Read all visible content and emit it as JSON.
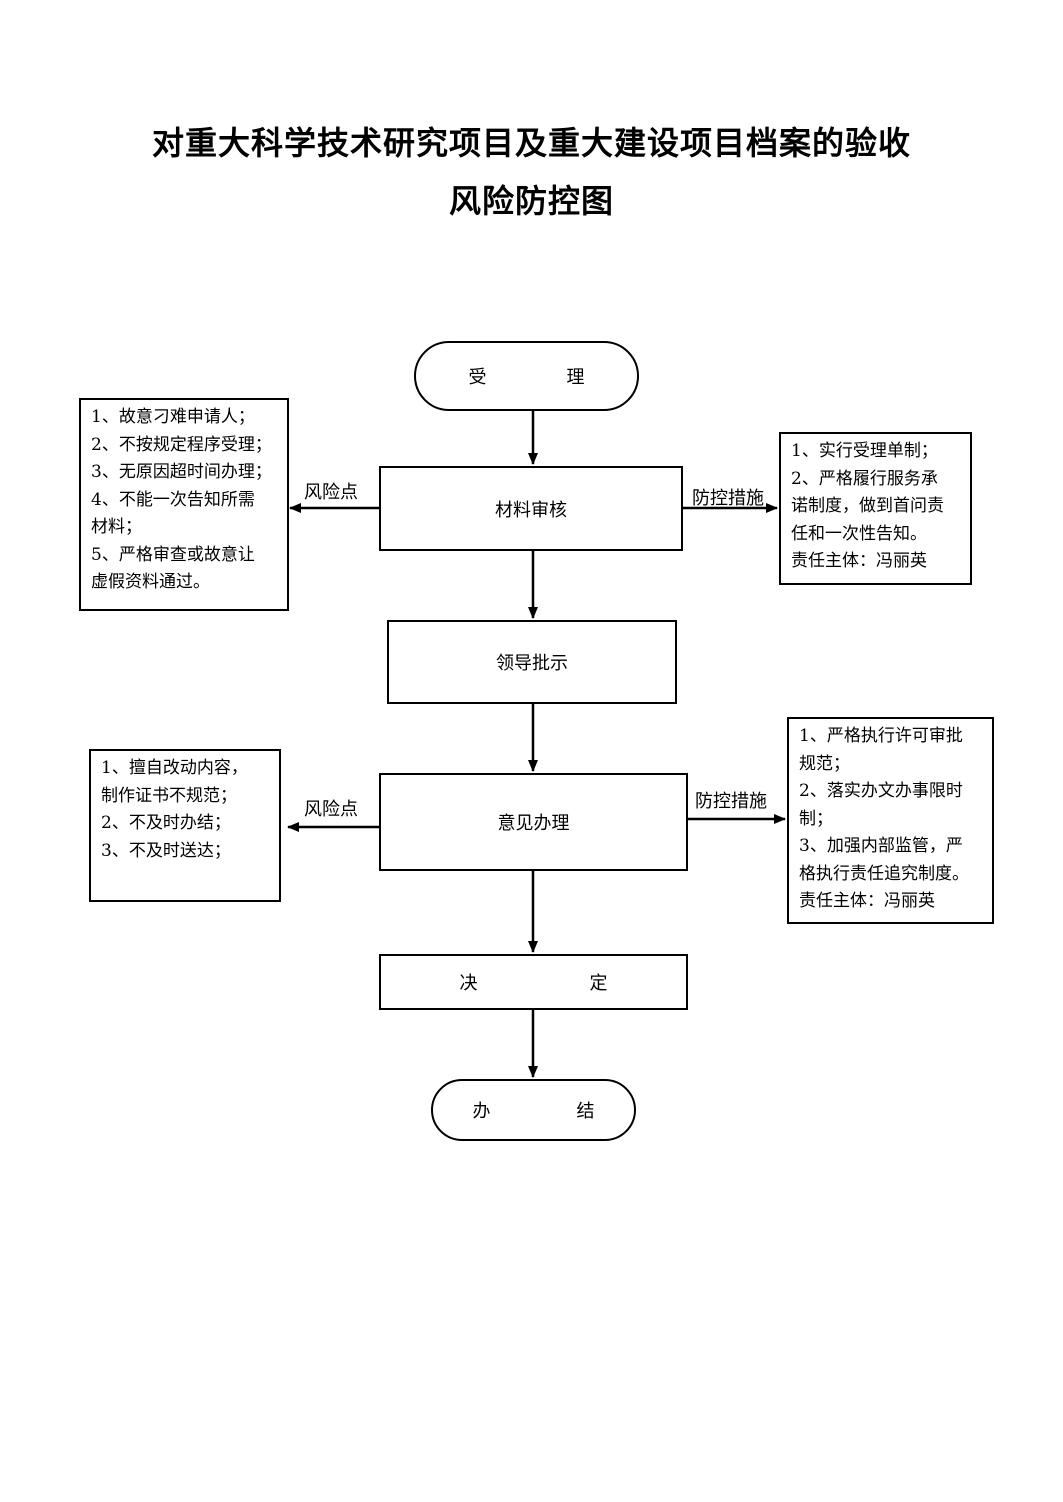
{
  "title": {
    "line1": "对重大科学技术研究项目及重大建设项目档案的验收",
    "line2": "风险防控图"
  },
  "flow": {
    "start": [
      "受",
      "理"
    ],
    "review": "材料审核",
    "leader": "领导批示",
    "opinion": "意见办理",
    "decide": [
      "决",
      "定"
    ],
    "end": [
      "办",
      "结"
    ]
  },
  "risk_label": "风险点",
  "control_label": "防控措施",
  "risk1": {
    "lines": [
      "1、故意刁难申请人；",
      "2、不按规定程序受理；",
      "3、无原因超时间办理；",
      "4、不能一次告知所需",
      "材料；",
      "5、严格审查或故意让",
      "虚假资料通过。"
    ]
  },
  "control1": {
    "lines": [
      "1、实行受理单制；",
      "2、严格履行服务承",
      "诺制度，做到首问责",
      "任和一次性告知。",
      "责任主体：冯丽英"
    ]
  },
  "risk2": {
    "lines": [
      "1、擅自改动内容，",
      "制作证书不规范；",
      "2、不及时办结；",
      "3、不及时送达；"
    ]
  },
  "control2": {
    "lines": [
      "1、严格执行许可审批",
      "规范；",
      "2、落实办文办事限时",
      "制；",
      "3、加强内部监管，严",
      "格执行责任追究制度。",
      "责任主体：冯丽英"
    ]
  }
}
